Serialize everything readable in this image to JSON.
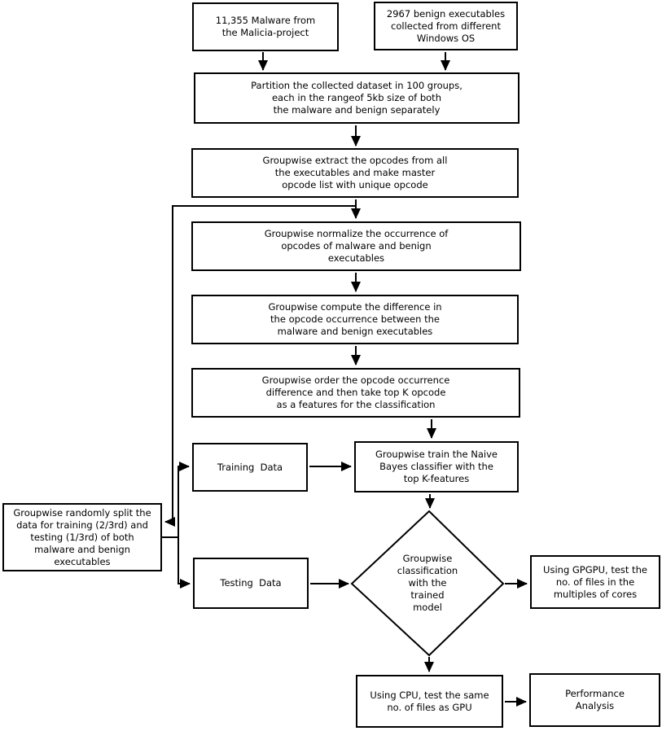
{
  "diagram": {
    "kind": "flowchart",
    "colors": {
      "stroke": "#000000",
      "fill": "#ffffff",
      "text": "#000000"
    },
    "nodes": {
      "malware_source": {
        "label": "11,355 Malware from\nthe Malicia-project",
        "shape": "rect"
      },
      "benign_source": {
        "label": "2967 benign executables\ncollected from different\nWindows OS",
        "shape": "rect"
      },
      "partition": {
        "label": "Partition the collected dataset in 100 groups,\neach in the rangeof 5kb size of both\nthe malware and benign separately",
        "shape": "rect"
      },
      "extract": {
        "label": "Groupwise extract the opcodes from all\nthe executables and make master\nopcode list with unique opcode",
        "shape": "rect"
      },
      "normalize": {
        "label": "Groupwise normalize the occurrence of\nopcodes of malware and benign\nexecutables",
        "shape": "rect"
      },
      "compute_diff": {
        "label": "Groupwise compute the difference in\nthe opcode occurrence between the\nmalware and benign executables",
        "shape": "rect"
      },
      "order_topk": {
        "label": "Groupwise order the opcode occurrence\ndifference and then take top K opcode\nas a features for the classification",
        "shape": "rect"
      },
      "training_data": {
        "label": "Training  Data",
        "shape": "rect"
      },
      "train_nb": {
        "label": "Groupwise train the Naive\nBayes classifier with the\ntop K-features",
        "shape": "rect"
      },
      "split": {
        "label": "Groupwise randomly split the\ndata for training (2/3rd) and\ntesting (1/3rd) of both\nmalware and benign\nexecutables",
        "shape": "rect"
      },
      "testing_data": {
        "label": "Testing  Data",
        "shape": "rect"
      },
      "classify_decision": {
        "label": "Groupwise\nclassification\nwith the\ntrained\nmodel",
        "shape": "diamond"
      },
      "gpgpu_test": {
        "label": "Using GPGPU, test the\nno. of files in the\nmultiples of cores",
        "shape": "rect"
      },
      "cpu_test": {
        "label": "Using CPU, test the same\nno. of files as GPU",
        "shape": "rect"
      },
      "performance": {
        "label": "Performance\nAnalysis",
        "shape": "rect"
      }
    },
    "edges": [
      {
        "from": "malware_source",
        "to": "partition"
      },
      {
        "from": "benign_source",
        "to": "partition"
      },
      {
        "from": "partition",
        "to": "extract"
      },
      {
        "from": "extract",
        "to": "normalize"
      },
      {
        "from": "extract",
        "to": "split"
      },
      {
        "from": "normalize",
        "to": "compute_diff"
      },
      {
        "from": "compute_diff",
        "to": "order_topk"
      },
      {
        "from": "order_topk",
        "to": "train_nb"
      },
      {
        "from": "split",
        "to": "training_data"
      },
      {
        "from": "split",
        "to": "testing_data"
      },
      {
        "from": "training_data",
        "to": "train_nb"
      },
      {
        "from": "train_nb",
        "to": "classify_decision"
      },
      {
        "from": "testing_data",
        "to": "classify_decision"
      },
      {
        "from": "classify_decision",
        "to": "gpgpu_test"
      },
      {
        "from": "classify_decision",
        "to": "cpu_test"
      },
      {
        "from": "cpu_test",
        "to": "performance"
      }
    ]
  }
}
